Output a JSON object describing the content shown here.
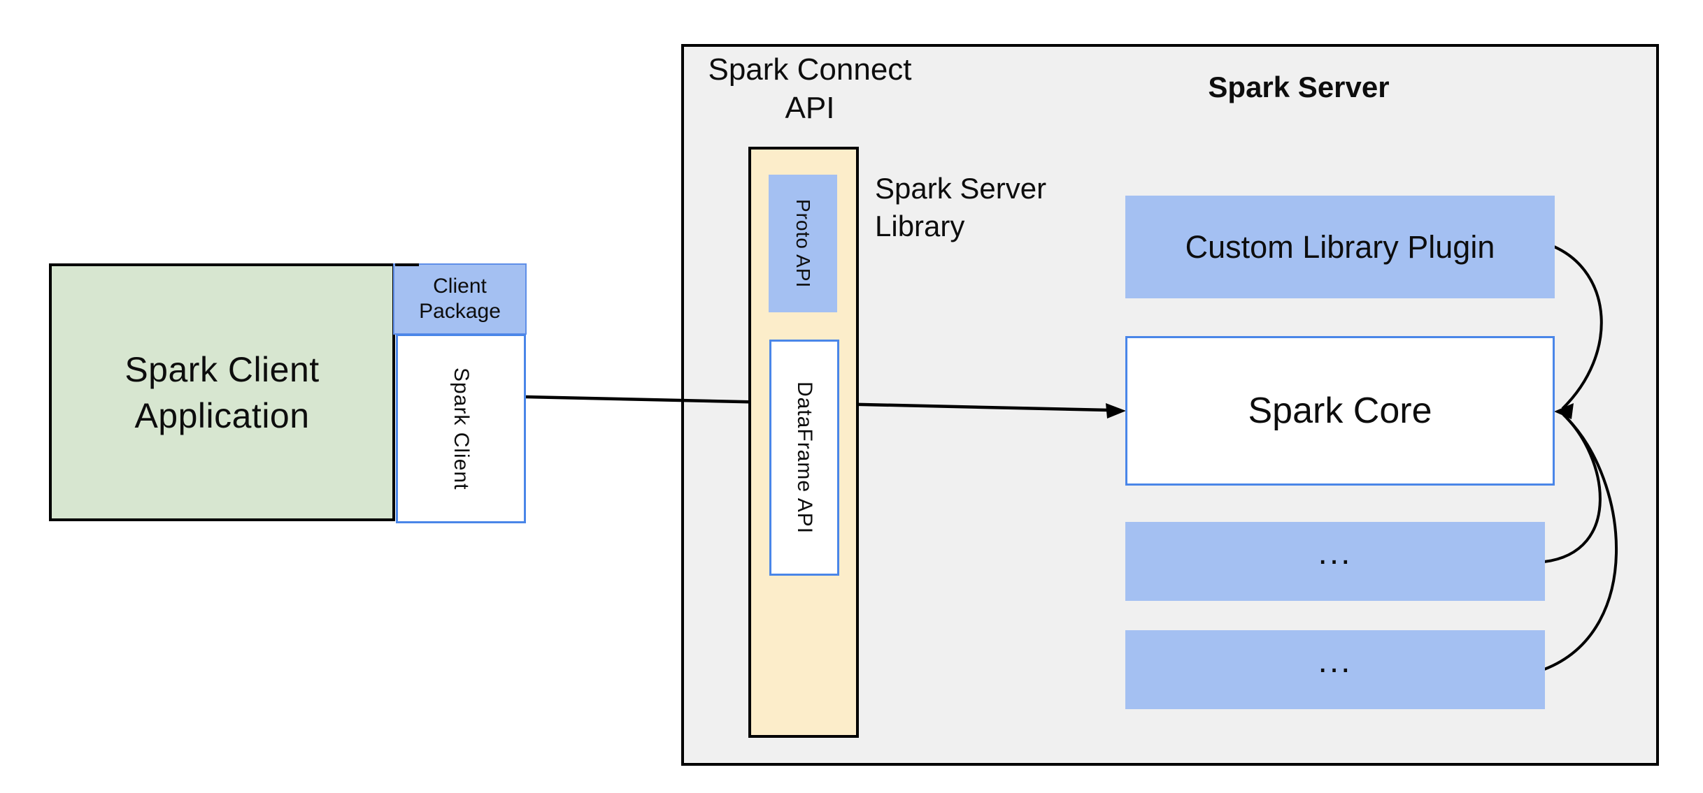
{
  "client": {
    "app_label": "Spark Client Application",
    "package_label": "Client Package",
    "client_lib_label": "Spark Client"
  },
  "connect_api": {
    "label": "Spark Connect API",
    "proto_api_label": "Proto API",
    "dataframe_api_label": "DataFrame API",
    "library_label": "Spark Server Library"
  },
  "server": {
    "label": "Spark Server",
    "plugin_label": "Custom Library Plugin",
    "core_label": "Spark Core",
    "more_label_1": "...",
    "more_label_2": "..."
  },
  "colors": {
    "client_app_fill": "#d7e6d0",
    "accent_blue_fill": "#a4c0f2",
    "library_cream_fill": "#fcedca",
    "server_panel_fill": "#f0f0f0",
    "blue_border": "#4a86e8",
    "line_color": "#000000"
  }
}
